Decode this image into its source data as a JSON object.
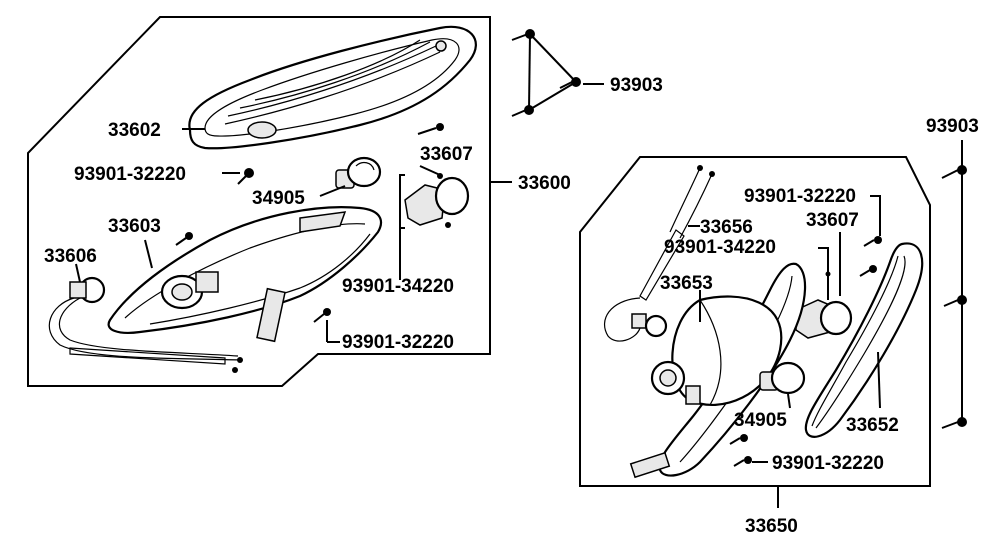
{
  "left_assembly": {
    "number": "33600",
    "parts": {
      "lens": "33602",
      "screw_upper": "93901-32220",
      "bulb": "34905",
      "socket": "33607",
      "housing": "33603",
      "harness": "33606",
      "socket_screw": "93901-34220",
      "screw_lower": "93901-32220"
    }
  },
  "right_assembly": {
    "number": "33650",
    "parts": {
      "screw_upper": "93901-32220",
      "socket": "33607",
      "harness": "33656",
      "socket_screw": "93901-34220",
      "housing": "33653",
      "bulb": "34905",
      "lens": "33652",
      "screw_lower": "93901-32220"
    }
  },
  "fasteners": {
    "left_group": "93903",
    "right_group": "93903"
  }
}
